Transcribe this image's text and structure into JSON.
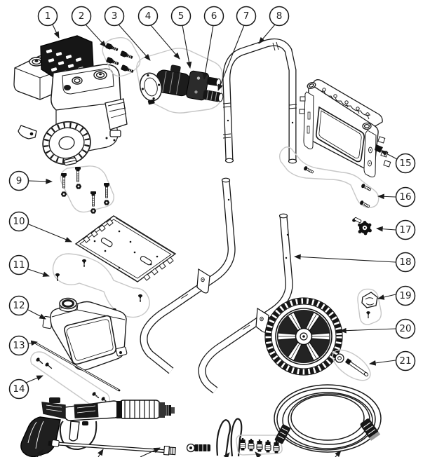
{
  "figure": {
    "kind": "exploded-parts-diagram",
    "subject": "pressure washer",
    "background": "#ffffff",
    "line_color": "#1a1a1a",
    "blob_outline_color": "#c7c7c7"
  },
  "callouts": {
    "items": [
      {
        "label": "1",
        "target": "engine"
      },
      {
        "label": "2",
        "target": "engine-mount-bolts"
      },
      {
        "label": "3",
        "target": "pump-assembly"
      },
      {
        "label": "4",
        "target": "pump-manifold"
      },
      {
        "label": "5",
        "target": "pump-outlet-fitting"
      },
      {
        "label": "6",
        "target": "pump-inlet-fitting"
      },
      {
        "label": "7",
        "target": "pump-coupler"
      },
      {
        "label": "8",
        "target": "handle"
      },
      {
        "label": "9",
        "target": "mounting-bolts-nuts"
      },
      {
        "label": "10",
        "target": "base-plate"
      },
      {
        "label": "11",
        "target": "plate-screws"
      },
      {
        "label": "12",
        "target": "detergent-tank"
      },
      {
        "label": "13",
        "target": "tank-rod"
      },
      {
        "label": "14",
        "target": "tank-screws"
      },
      {
        "label": "15",
        "target": "nozzle-panel"
      },
      {
        "label": "16",
        "target": "panel-screws"
      },
      {
        "label": "17",
        "target": "handle-knob"
      },
      {
        "label": "18",
        "target": "frame-leg"
      },
      {
        "label": "19",
        "target": "hub-cap"
      },
      {
        "label": "20",
        "target": "wheel"
      },
      {
        "label": "21",
        "target": "axle-bolt-washer"
      }
    ]
  }
}
